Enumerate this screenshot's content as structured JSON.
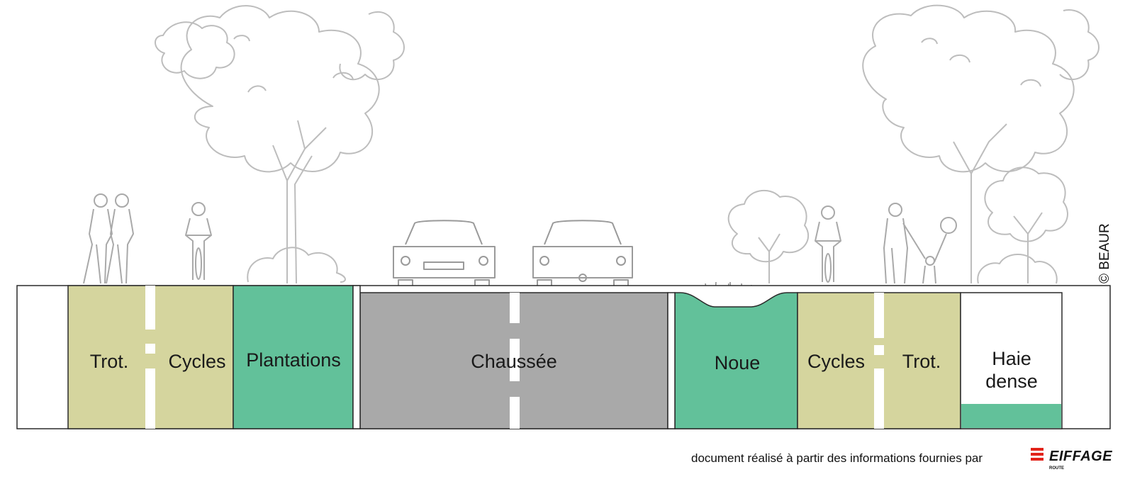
{
  "colors": {
    "walk_cycle": "#d5d59e",
    "planting": "#62c19a",
    "roadway": "#a9a9a9",
    "outline": "#2a2a2a",
    "marking": "#ffffff",
    "logo_red": "#e2231a"
  },
  "segments": {
    "trot_left": "Trot.",
    "cycles_left": "Cycles",
    "plantations": "Plantations",
    "chaussee": "Chaussée",
    "noue": "Noue",
    "cycles_right": "Cycles",
    "trot_right": "Trot.",
    "haie_line1": "Haie",
    "haie_line2": "dense"
  },
  "illustrations": [
    "trees-sketch",
    "pedestrians-sketch",
    "cyclist-sketch",
    "car-sketch",
    "shrub-sketch",
    "child-with-balloon-sketch"
  ],
  "footer": {
    "credit": "document réalisé à partir des informations fournies par",
    "copyright": "© BEAUR",
    "logo_name": "EIFFAGE",
    "logo_sub": "ROUTE"
  }
}
